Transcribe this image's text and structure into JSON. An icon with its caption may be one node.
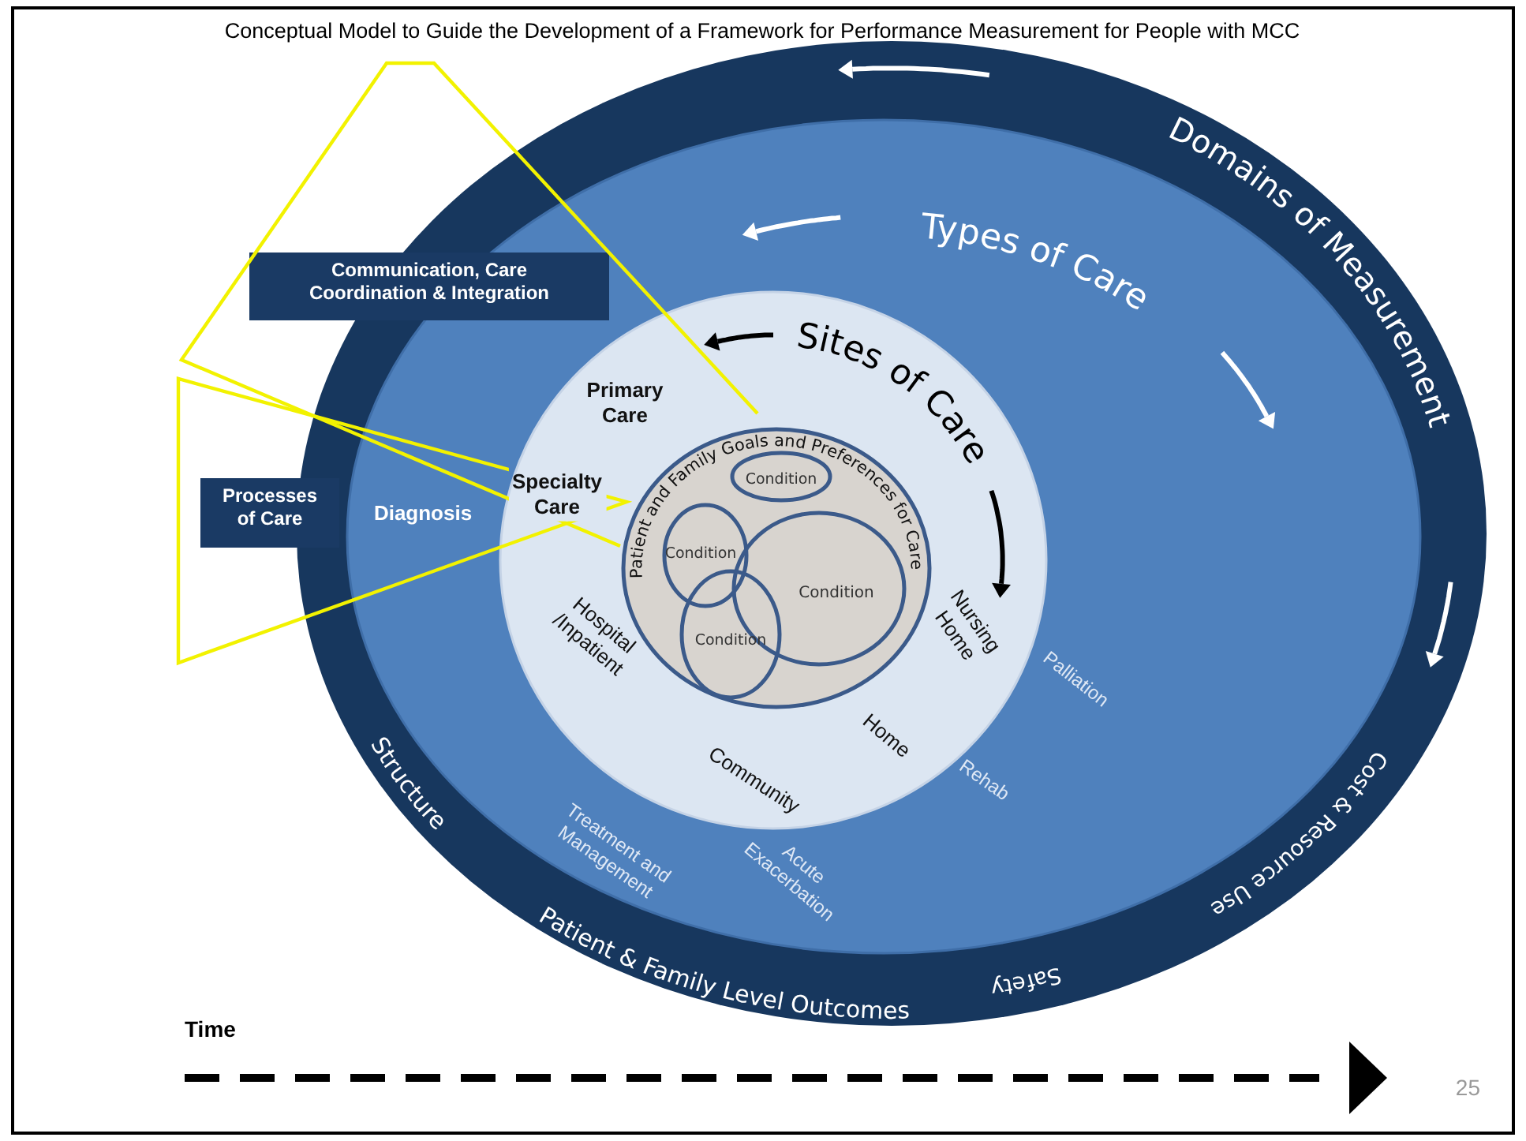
{
  "diagram": {
    "title": "Conceptual Model to Guide the Development of a Framework for Performance Measurement for People with MCC",
    "nodes": [
      {
        "text": [
          "Domains of Measurement",
          "Structure",
          "Patient & Family Level Outcomes",
          "Safety",
          "Cost & Resource Use"
        ]
      },
      {
        "text": [
          "Types of Care",
          "Diagnosis",
          "Treatment and Management",
          "Acute Exacerbation",
          "Rehab",
          "Palliation"
        ],
        "in": 0
      },
      {
        "text": [
          "Sites of Care",
          "Primary Care",
          "Specialty Care",
          "Hospital /Inpatient",
          "Community",
          "Home",
          "Nursing Home"
        ],
        "in": 1
      },
      {
        "text": [
          "Patient and Family Goals and Preferences for Care"
        ],
        "in": 2
      },
      {
        "text": [
          "Condition"
        ],
        "in": 3
      },
      {
        "text": [
          "Condition"
        ],
        "in": 3
      },
      {
        "text": [
          "Condition"
        ],
        "in": 3
      },
      {
        "text": [
          "Condition"
        ],
        "in": 3
      },
      {
        "text": [
          "Communication, Care Coordination & Integration"
        ]
      },
      {
        "text": [
          "Processes of Care"
        ]
      }
    ],
    "labels": [
      "Time",
      "25"
    ]
  }
}
